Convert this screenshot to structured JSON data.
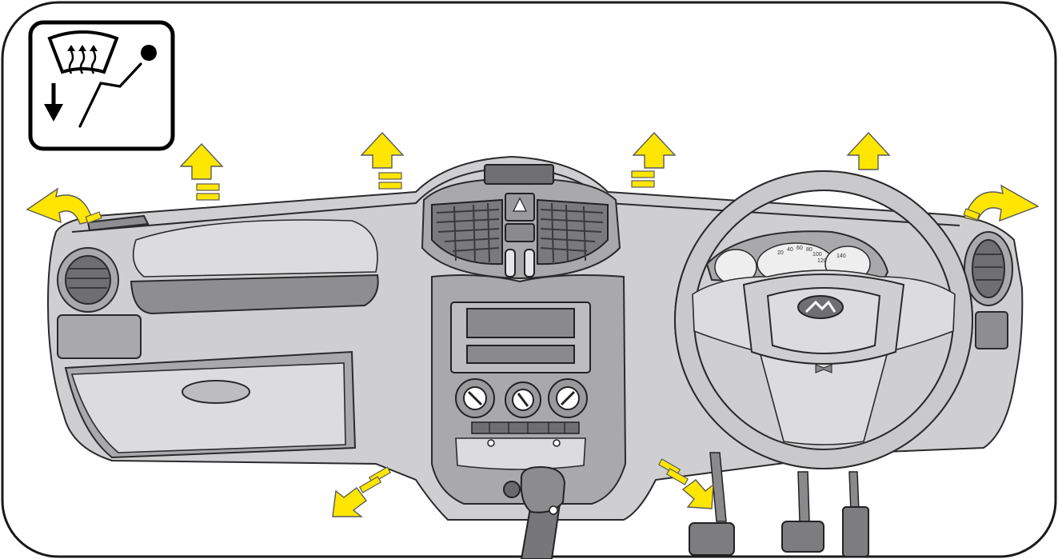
{
  "diagram": {
    "mode_icon": "windscreen-defrost-and-floor-mode-icon",
    "airflow_arrows_color": "#ffe600",
    "dashboard_fill": "#cfcfd1",
    "gauge_labels": [
      "20",
      "40",
      "60",
      "80",
      "100",
      "120",
      "140"
    ]
  }
}
